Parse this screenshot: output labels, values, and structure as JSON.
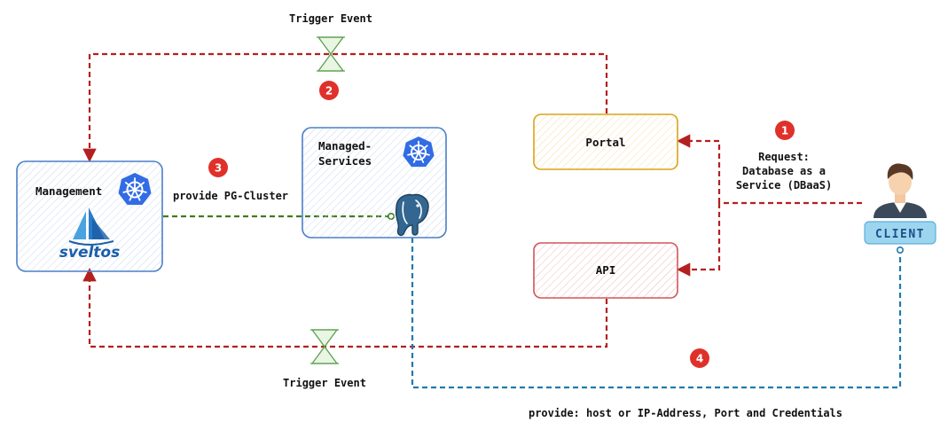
{
  "nodes": {
    "management": {
      "label": "Management",
      "logo_text": "sveltos"
    },
    "managed_services": {
      "label_line1": "Managed-",
      "label_line2": "Services"
    },
    "portal": {
      "label": "Portal"
    },
    "api": {
      "label": "API"
    },
    "client": {
      "label": "CLIENT"
    }
  },
  "events": {
    "top": {
      "label": "Trigger Event"
    },
    "bottom": {
      "label": "Trigger Event"
    }
  },
  "steps": [
    {
      "number": "1",
      "lines": [
        "Request:",
        "Database as a",
        "Service (DBaaS)"
      ]
    },
    {
      "number": "2"
    },
    {
      "number": "3",
      "label": "provide PG-Cluster"
    },
    {
      "number": "4",
      "label": "provide: host or IP-Address, Port and Credentials"
    }
  ],
  "colors": {
    "trigger_arrow": "#b3201f",
    "cluster_arrow": "#3d7d1c",
    "credentials_arrow": "#1f7bab",
    "badge": "#e0302a",
    "kubernetes": "#326ce5",
    "box_blue_border": "#4b7fc9",
    "portal_border": "#d9a41a",
    "api_border": "#d0565a",
    "hourglass": "#5aa14d"
  },
  "icons": {
    "kubernetes": "kubernetes-helm-icon",
    "postgres": "postgresql-elephant-icon",
    "client": "user-avatar-icon",
    "hourglass": "hourglass-trigger-icon",
    "sveltos": "sveltos-sailboat-logo"
  }
}
